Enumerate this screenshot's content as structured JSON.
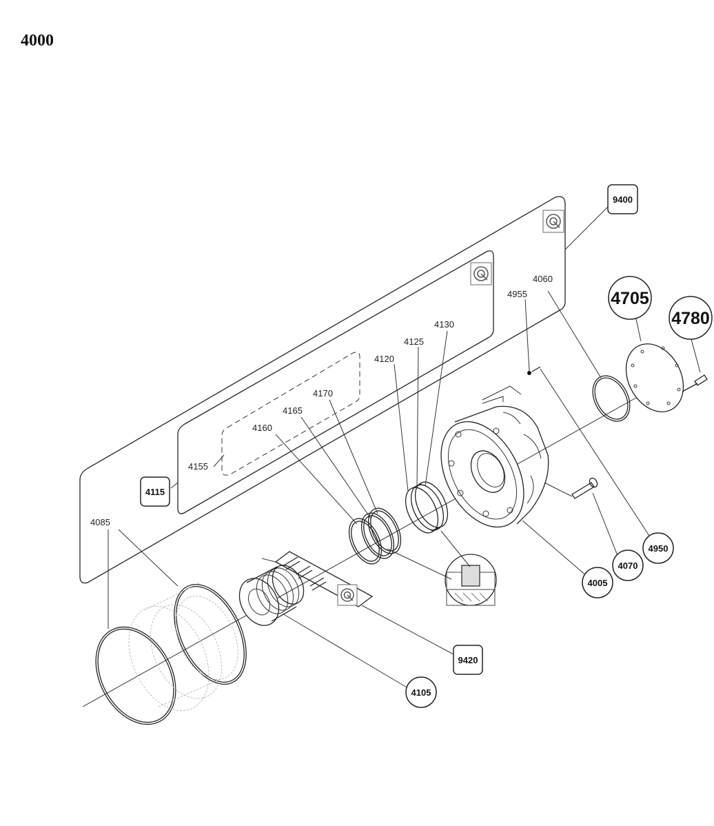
{
  "title": "4000",
  "callouts": {
    "c9400": "9400",
    "c4115": "4115",
    "c9420": "9420",
    "c4105": "4105",
    "c4005": "4005",
    "c4070": "4070",
    "c4950": "4950",
    "c4705": "4705",
    "c4780": "4780"
  },
  "labels": {
    "l4060": "4060",
    "l4955": "4955",
    "l4130": "4130",
    "l4125": "4125",
    "l4120": "4120",
    "l4170": "4170",
    "l4165": "4165",
    "l4160": "4160",
    "l4155": "4155",
    "l4085": "4085"
  },
  "icons": [
    "kit-icon",
    "kit-icon",
    "kit-icon"
  ]
}
